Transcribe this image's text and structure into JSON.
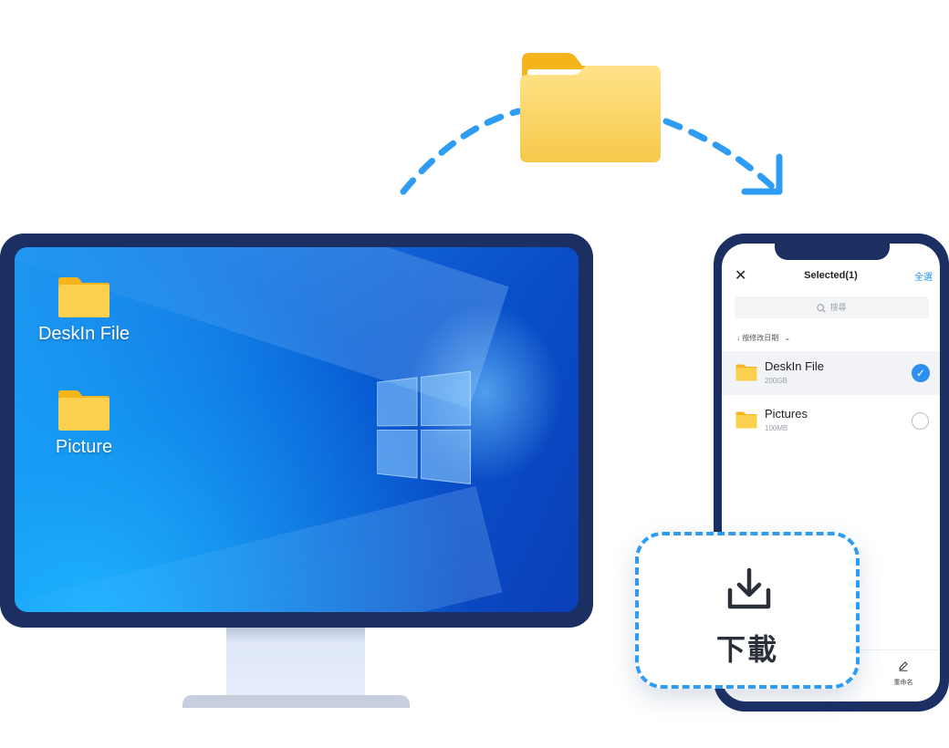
{
  "colors": {
    "frame": "#1b2f63",
    "accent": "#2f9cf3",
    "folder": "#fbd24e",
    "folder_tab": "#f4b41c"
  },
  "desktop": {
    "icons": [
      {
        "label": "DeskIn File",
        "icon": "folder-icon"
      },
      {
        "label": "Picture",
        "icon": "folder-icon"
      }
    ]
  },
  "phone": {
    "title": "Selected(1)",
    "select_all": "全選",
    "search_placeholder": "搜尋",
    "sort_label": "按修改日期",
    "files": [
      {
        "name": "DeskIn File",
        "size": "200GB",
        "selected": true
      },
      {
        "name": "Pictures",
        "size": "100MB",
        "selected": false
      }
    ],
    "rename_label": "重命名"
  },
  "download": {
    "label": "下載",
    "icon": "download-icon"
  }
}
